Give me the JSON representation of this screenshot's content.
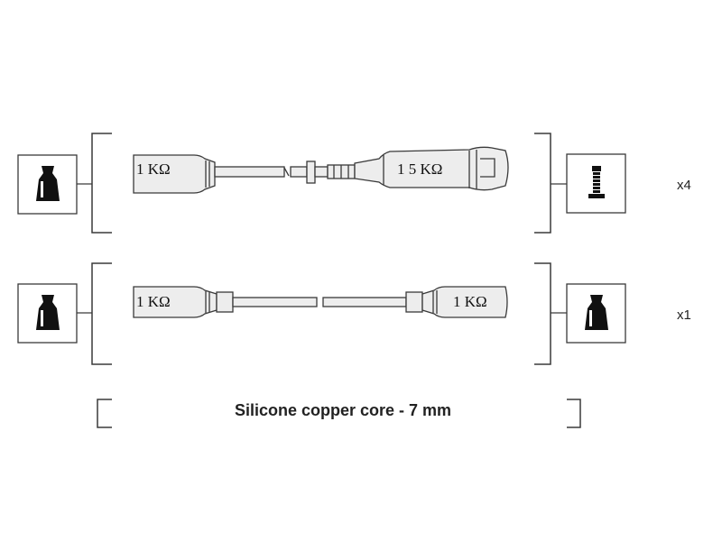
{
  "cables": [
    {
      "left_resistance": "1 KΩ",
      "right_resistance": "1 5 KΩ",
      "quantity": "x4",
      "left_connector_icon": "spark-plug-boot-icon",
      "right_connector_icon": "distributor-terminal-pin-icon"
    },
    {
      "left_resistance": "1 KΩ",
      "right_resistance": "1 KΩ",
      "quantity": "x1",
      "left_connector_icon": "spark-plug-boot-icon",
      "right_connector_icon": "coil-boot-icon"
    }
  ],
  "caption": "Silicone copper core - 7 mm",
  "colors": {
    "line": "#3a3a3a",
    "fill": "#ededed",
    "icon": "#111111"
  }
}
